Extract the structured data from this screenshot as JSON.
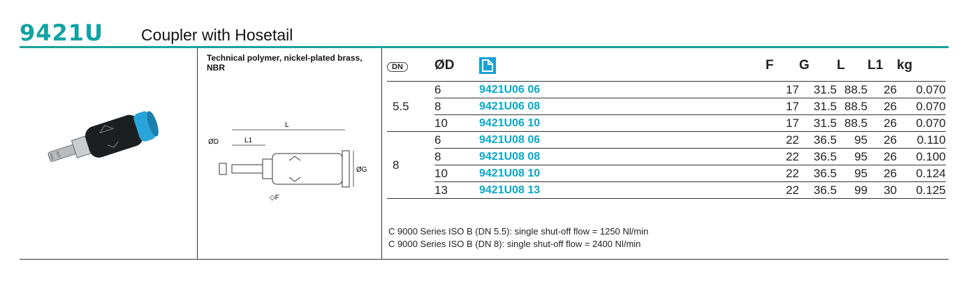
{
  "header": {
    "code": "9421U",
    "title": "Coupler with Hosetail"
  },
  "material": "Technical polymer, nickel-plated brass, NBR",
  "drawing_labels": {
    "L": "L",
    "OD": "ØD",
    "L1": "L1",
    "OG": "ØG",
    "F": "◇F"
  },
  "table": {
    "headers": {
      "dn": "DN",
      "od": "ØD",
      "code_icon": "catalog-icon",
      "F": "F",
      "G": "G",
      "L": "L",
      "L1": "L1",
      "kg": "kg"
    },
    "groups": [
      {
        "dn": "5.5",
        "rows": [
          {
            "od": "6",
            "code": "9421U06 06",
            "F": "17",
            "G": "31.5",
            "L": "88.5",
            "L1": "26",
            "kg": "0.070"
          },
          {
            "od": "8",
            "code": "9421U06 08",
            "F": "17",
            "G": "31.5",
            "L": "88.5",
            "L1": "26",
            "kg": "0.070"
          },
          {
            "od": "10",
            "code": "9421U06 10",
            "F": "17",
            "G": "31.5",
            "L": "88.5",
            "L1": "26",
            "kg": "0.070"
          }
        ]
      },
      {
        "dn": "8",
        "rows": [
          {
            "od": "6",
            "code": "9421U08 06",
            "F": "22",
            "G": "36.5",
            "L": "95",
            "L1": "26",
            "kg": "0.110"
          },
          {
            "od": "8",
            "code": "9421U08 08",
            "F": "22",
            "G": "36.5",
            "L": "95",
            "L1": "26",
            "kg": "0.100"
          },
          {
            "od": "10",
            "code": "9421U08 10",
            "F": "22",
            "G": "36.5",
            "L": "95",
            "L1": "26",
            "kg": "0.124"
          },
          {
            "od": "13",
            "code": "9421U08 13",
            "F": "22",
            "G": "36.5",
            "L": "99",
            "L1": "30",
            "kg": "0.125"
          }
        ]
      }
    ]
  },
  "notes": [
    "C 9000 Series ISO B (DN 5.5): single shut-off flow = 1250 Nl/min",
    "C 9000 Series ISO B (DN 8): single shut-off flow = 2400 Nl/min"
  ],
  "colors": {
    "accent": "#0fa3a3",
    "code_blue": "#0aa7c9",
    "coupler_blue": "#2aa4d8"
  }
}
